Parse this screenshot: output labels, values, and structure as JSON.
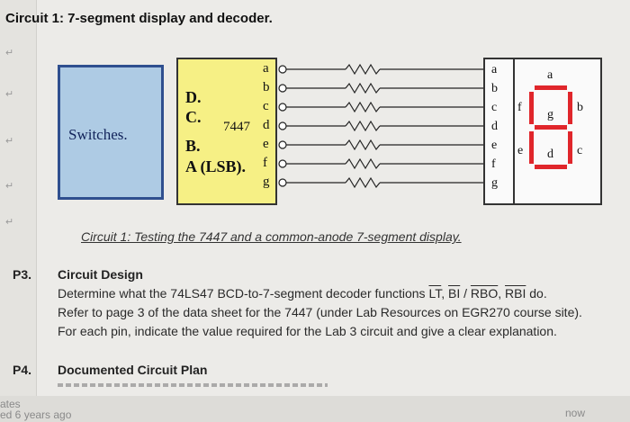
{
  "heading": "Circuit 1:  7-segment display and decoder.",
  "figure": {
    "switches_label": "Switches.",
    "decoder": {
      "inputs": [
        "D.",
        "C.",
        "B.",
        "A (LSB)."
      ],
      "chip": "7447",
      "outputs": [
        "a",
        "b",
        "c",
        "d",
        "e",
        "f",
        "g"
      ]
    },
    "display": {
      "pin_labels": [
        "a",
        "b",
        "c",
        "d",
        "e",
        "f",
        "g"
      ],
      "segment_labels": [
        "a",
        "b",
        "c",
        "d",
        "e",
        "f",
        "g"
      ]
    },
    "caption": "Circuit 1: Testing the 7447 and a common-anode 7-segment display."
  },
  "sections": [
    {
      "number": "P3.",
      "title": "Circuit Design",
      "lines": [
        {
          "before": "Determine what the 74LS47 BCD-to-7-segment decoder functions ",
          "o1": "LT",
          "mid1": ", ",
          "o2": "BI",
          "mid2": " / ",
          "o3": "RBO",
          "mid3": ", ",
          "o4": "RBI",
          "after": " do."
        },
        {
          "text": "Refer to page 3 of the data sheet for the 7447 (under Lab Resources on EGR270 course site)."
        },
        {
          "text": "For each pin, indicate the value required for the Lab 3 circuit and give a clear explanation."
        }
      ]
    },
    {
      "number": "P4.",
      "title": "Documented Circuit Plan"
    }
  ],
  "footer": {
    "left_cut": "ates",
    "timestamp": "ed 6 years ago",
    "status": "now"
  },
  "colors": {
    "switch_fill": "#aecbe4",
    "switch_border": "#2f4f8f",
    "decoder_fill": "#f6f085",
    "segment_red": "#e0262b"
  }
}
